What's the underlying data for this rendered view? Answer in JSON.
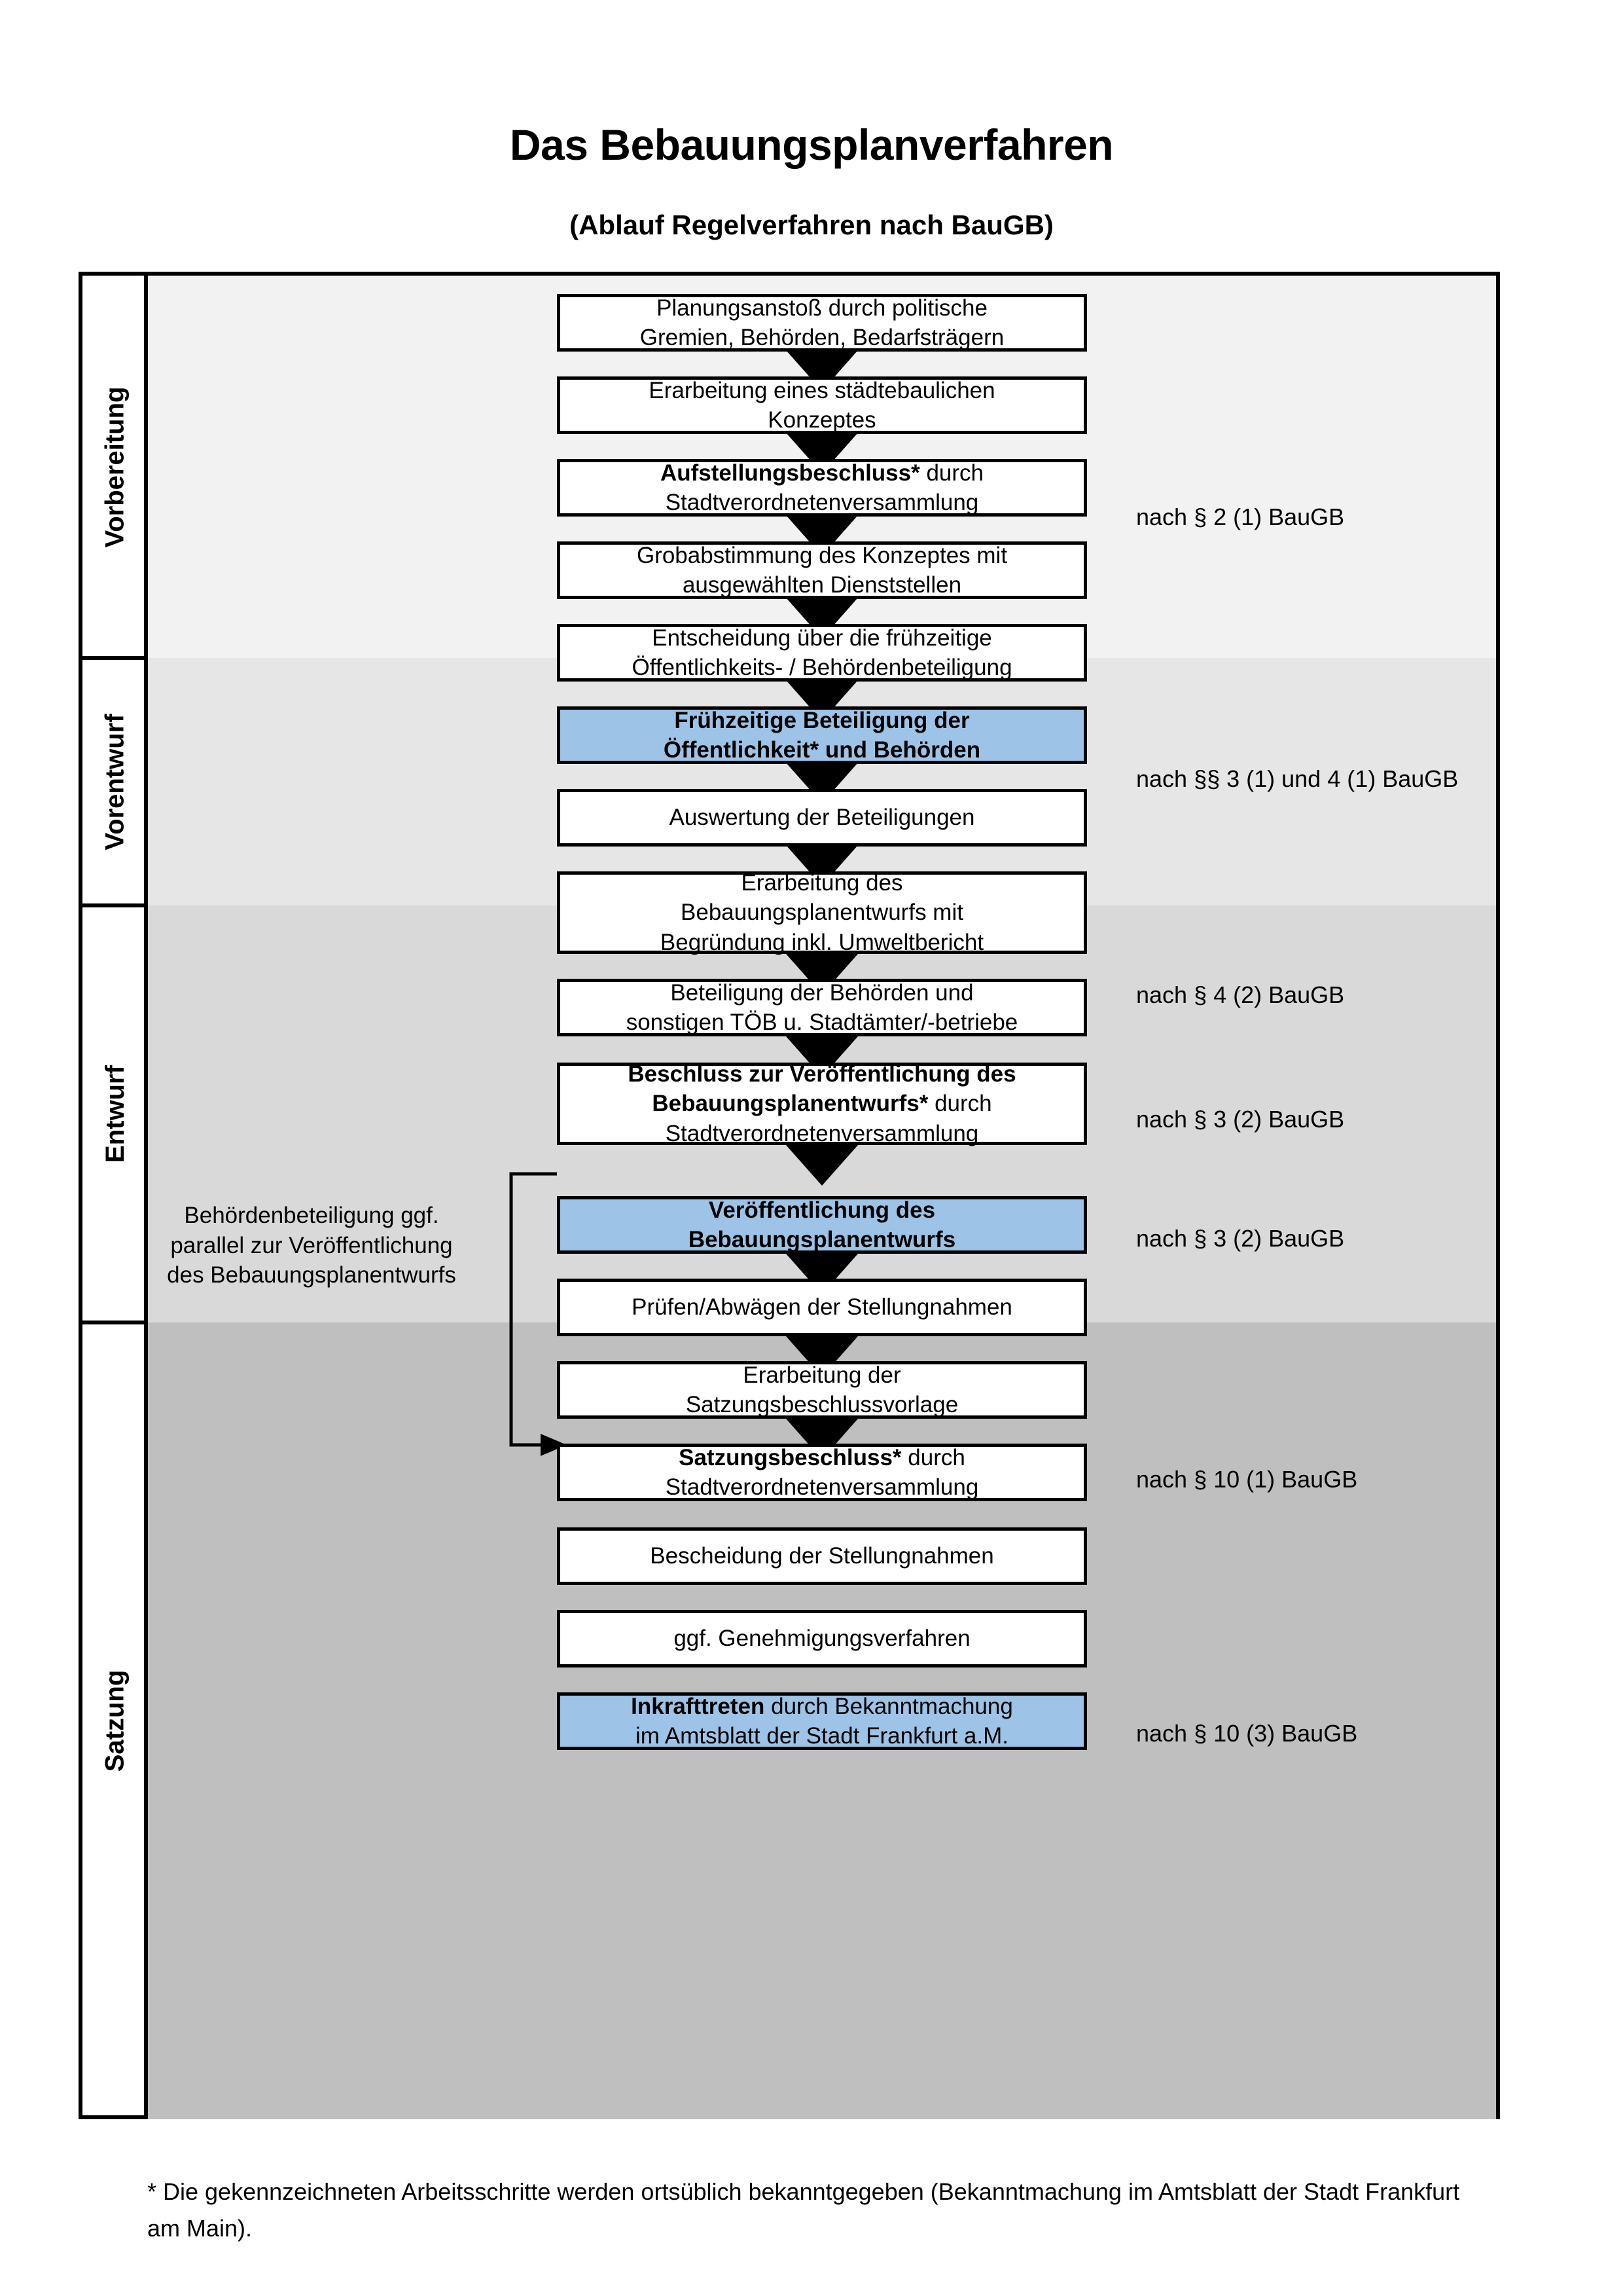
{
  "header": {
    "title": "Das Bebauungsplanverfahren",
    "subtitle": "(Ablauf Regelverfahren nach BauGB)"
  },
  "colors": {
    "band_vorbereitung": "#f2f2f2",
    "band_vorentwurf": "#e6e6e6",
    "band_entwurf": "#d9d9d9",
    "band_satzung": "#bfbfbf",
    "highlight_blue": "#9dc3e6",
    "line": "#000000"
  },
  "stages": [
    {
      "id": "vorbereitung",
      "label": "Vorbereitung"
    },
    {
      "id": "vorentwurf",
      "label": "Vorentwurf"
    },
    {
      "id": "entwurf",
      "label": "Entwurf"
    },
    {
      "id": "satzung",
      "label": "Satzung"
    }
  ],
  "sidenote": "Behördenbeteiligung ggf. parallel zur Veröffentlichung des Bebauungsplanentwurfs",
  "steps": [
    {
      "id": "planungsanstoss",
      "line1": "Planungsanstoß durch politische",
      "line2": "Gremien, Behörden, Bedarfsträgern",
      "bold1": "",
      "highlight": false
    },
    {
      "id": "staedtebau-konzept",
      "line1": "Erarbeitung eines städtebaulichen",
      "line2": "Konzeptes",
      "bold1": "",
      "highlight": false
    },
    {
      "id": "aufstellungsbeschluss",
      "bold1": "Aufstellungsbeschluss*",
      "line1": " durch",
      "line2": "Stadtverordnetenversammlung",
      "highlight": false
    },
    {
      "id": "grobabstimmung",
      "line1": "Grobabstimmung des Konzeptes mit",
      "line2": "ausgewählten Dienststellen",
      "bold1": "",
      "highlight": false
    },
    {
      "id": "entscheidung-fruehzeitig",
      "line1": "Entscheidung über die frühzeitige",
      "line2": "Öffentlichkeits- / Behördenbeteiligung",
      "bold1": "",
      "highlight": false
    },
    {
      "id": "fruehzeitige-beteiligung",
      "bold1": "Frühzeitige Beteiligung der",
      "bold2": "Öffentlichkeit* und Behörden",
      "highlight": true
    },
    {
      "id": "auswertung",
      "line1": "Auswertung der Beteiligungen",
      "bold1": "",
      "highlight": false
    },
    {
      "id": "erarbeitung-entwurf",
      "line1": "Erarbeitung des",
      "line2": "Bebauungsplanentwurfs mit",
      "line3": "Begründung inkl. Umweltbericht",
      "bold1": "",
      "highlight": false
    },
    {
      "id": "beteiligung-behoerden",
      "line1": "Beteiligung der Behörden und",
      "line2": "sonstigen TÖB u. Stadtämter/-betriebe",
      "bold1": "",
      "highlight": false
    },
    {
      "id": "beschluss-veroeffentlichung",
      "bold1": "Beschluss zur Veröffentlichung des",
      "bold2": "Bebauungsplanentwurfs*",
      "line2": " durch",
      "line3": "Stadtverordnetenversammlung",
      "highlight": false
    },
    {
      "id": "veroeffentlichung",
      "bold1": "Veröffentlichung des",
      "bold2": "Bebauungsplanentwurfs",
      "highlight": true
    },
    {
      "id": "pruefen-abwaegen",
      "line1": "Prüfen/Abwägen der Stellungnahmen",
      "bold1": "",
      "highlight": false
    },
    {
      "id": "satzungsvorlage",
      "line1": "Erarbeitung der",
      "line2": "Satzungsbeschlussvorlage",
      "bold1": "",
      "highlight": false
    },
    {
      "id": "satzungsbeschluss",
      "bold1": "Satzungsbeschluss*",
      "line1": " durch",
      "line2": "Stadtverordnetenversammlung",
      "highlight": false
    },
    {
      "id": "bescheidung",
      "line1": "Bescheidung der Stellungnahmen",
      "bold1": "",
      "highlight": false
    },
    {
      "id": "genehmigungsverfahren",
      "line1": "ggf. Genehmigungsverfahren",
      "bold1": "",
      "highlight": false
    },
    {
      "id": "inkrafttreten",
      "bold1": "Inkrafttreten",
      "line1": " durch Bekanntmachung",
      "line2": "im Amtsblatt der Stadt Frankfurt a.M.",
      "highlight": true
    }
  ],
  "notes": [
    {
      "id": "note-aufstellungsbeschluss",
      "text": "nach § 2 (1) BauGB"
    },
    {
      "id": "note-fruehzeitige-beteiligung",
      "text": "nach §§ 3 (1) und 4 (1) BauGB"
    },
    {
      "id": "note-beteiligung-behoerden",
      "text": "nach § 4 (2) BauGB"
    },
    {
      "id": "note-beschluss-veroeffentlichung",
      "text": "nach § 3 (2) BauGB"
    },
    {
      "id": "note-veroeffentlichung",
      "text": "nach § 3 (2) BauGB"
    },
    {
      "id": "note-satzungsbeschluss",
      "text": "nach § 10 (1) BauGB"
    },
    {
      "id": "note-inkrafttreten",
      "text": "nach § 10 (3) BauGB"
    }
  ],
  "footnote": "* Die gekennzeichneten Arbeitsschritte werden ortsüblich bekanntgegeben (Bekanntmachung im Amtsblatt  der Stadt Frankfurt am Main)."
}
